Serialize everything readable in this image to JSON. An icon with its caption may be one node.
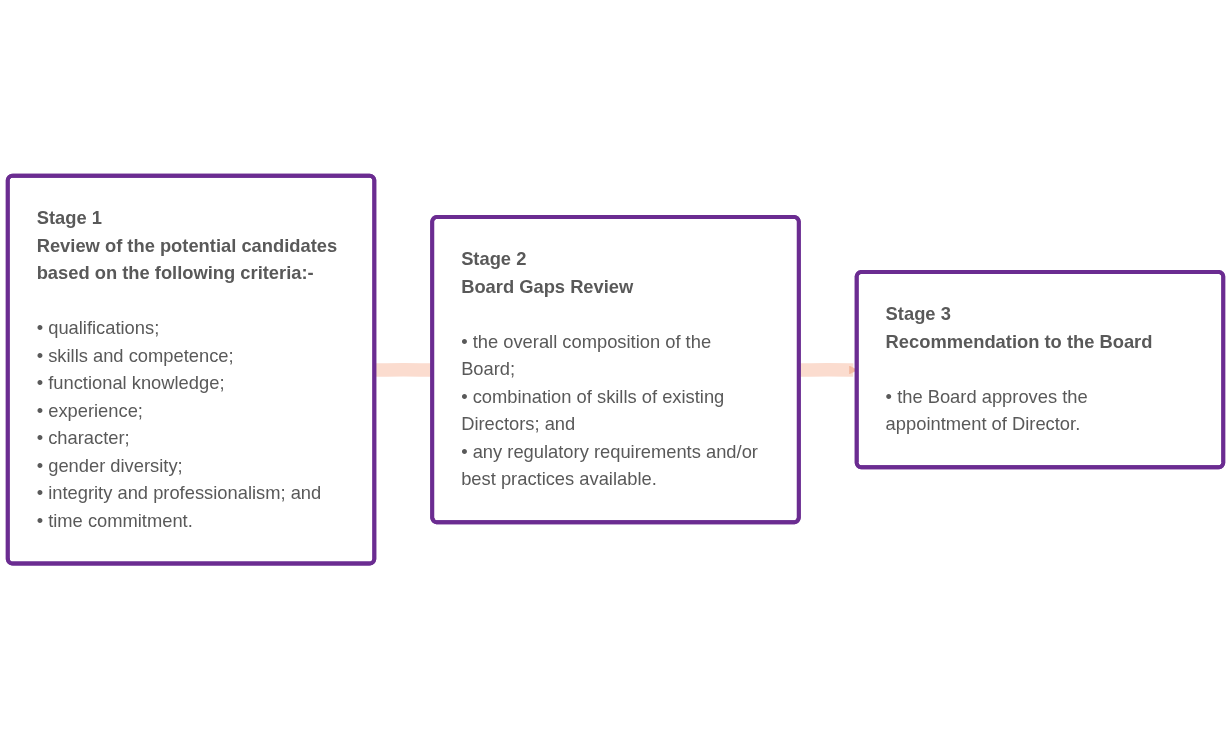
{
  "diagram": {
    "nodes": [
      {
        "text": [
          "Stage 1",
          "Review of the potential candidates based on the following criteria:-",
          "• qualifications;",
          "• skills and competence;",
          "• functional knowledge;",
          "• experience;",
          "• character;",
          "• gender diversity;",
          "• integrity and professionalism; and",
          "• time commitment."
        ]
      },
      {
        "text": [
          "Stage 2",
          "Board Gaps Review",
          "• the overall composition of the Board;",
          "• combination of skills of existing Directors; and",
          "• any regulatory requirements and/or best practices available."
        ]
      },
      {
        "text": [
          "Stage 3",
          "Recommendation to the Board",
          "• the Board approves the appointment of Director."
        ]
      }
    ],
    "edges": [
      {
        "from": 0,
        "to": 1,
        "arrow": "none"
      },
      {
        "from": 1,
        "to": 2,
        "arrow": "to"
      }
    ]
  }
}
